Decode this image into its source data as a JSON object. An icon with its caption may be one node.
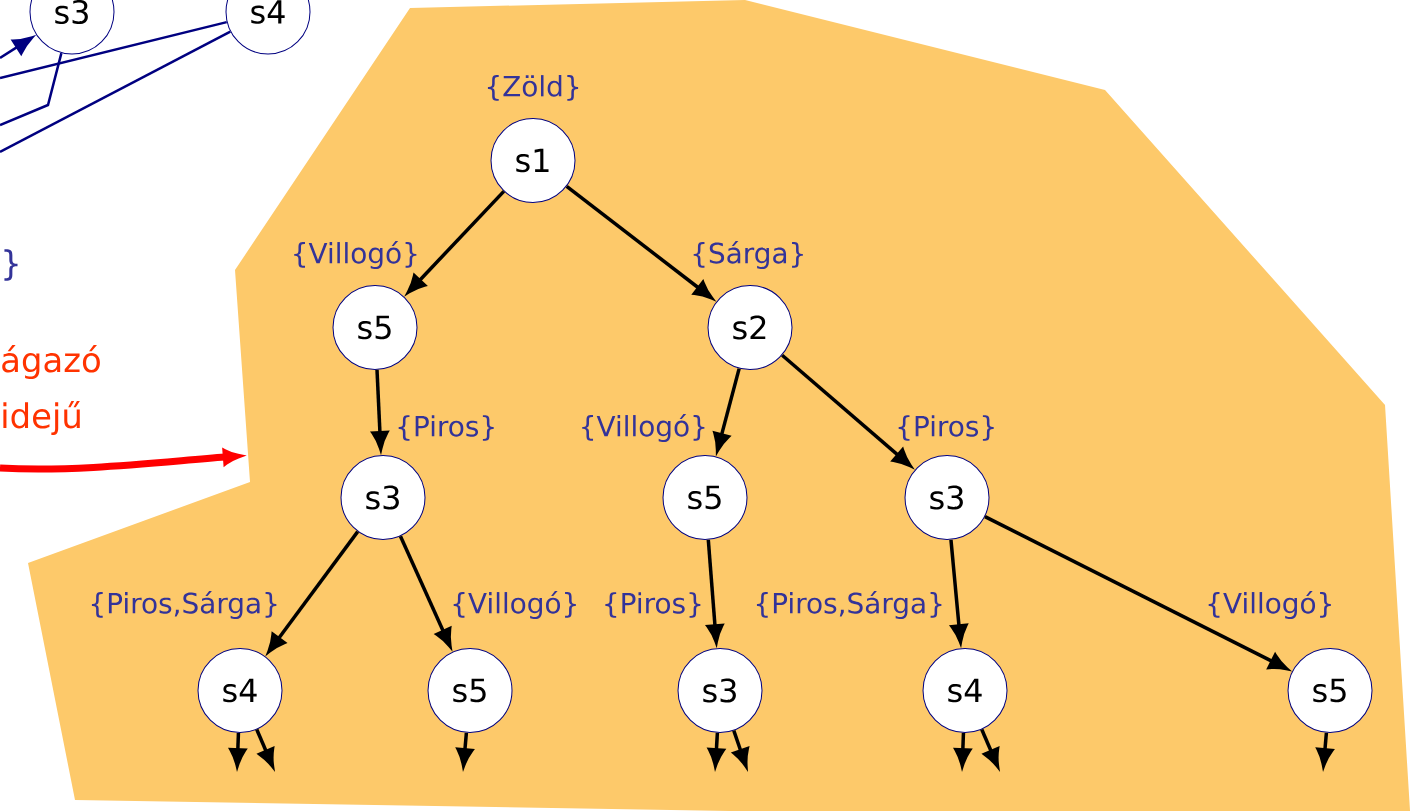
{
  "diagram": {
    "nodes": [
      {
        "text": [
          "s3"
        ]
      },
      {
        "text": [
          "s4"
        ]
      },
      {
        "text": [],
        "shape": "polygon"
      },
      {
        "text": [
          "s1"
        ],
        "beside": [
          "{Zöld}"
        ],
        "in": 2
      },
      {
        "text": [
          "s5"
        ],
        "beside": [
          "{Villogó}"
        ],
        "in": 2
      },
      {
        "text": [
          "s2"
        ],
        "beside": [
          "{Sárga}"
        ],
        "in": 2
      },
      {
        "text": [
          "s3"
        ],
        "beside": [
          "{Piros}"
        ],
        "in": 2
      },
      {
        "text": [
          "s5"
        ],
        "beside": [
          "{Villogó}"
        ],
        "in": 2
      },
      {
        "text": [
          "s3"
        ],
        "beside": [
          "{Piros}"
        ],
        "in": 2
      },
      {
        "text": [
          "s4"
        ],
        "beside": [
          "{Piros,Sárga}"
        ],
        "in": 2
      },
      {
        "text": [
          "s5"
        ],
        "beside": [
          "{Villogó}"
        ],
        "in": 2
      },
      {
        "text": [
          "s3"
        ],
        "beside": [
          "{Piros}"
        ],
        "in": 2
      },
      {
        "text": [
          "s4"
        ],
        "beside": [
          "{Piros,Sárga}"
        ],
        "in": 2
      },
      {
        "text": [
          "s5"
        ],
        "beside": [
          "{Villogó}"
        ],
        "in": 2
      }
    ],
    "edges": [
      {
        "from": null,
        "to": 0,
        "arrow": "to",
        "color": "#000080"
      },
      {
        "from": 0,
        "to": null,
        "arrow": "none",
        "color": "#000080"
      },
      {
        "from": 1,
        "to": null,
        "arrow": "none",
        "color": "#000080"
      },
      {
        "from": 1,
        "to": null,
        "arrow": "none",
        "color": "#000080"
      },
      {
        "from": null,
        "to": 2,
        "arrow": "to",
        "color": "#ff0000",
        "style": "thick"
      },
      {
        "from": 3,
        "to": 4,
        "arrow": "to"
      },
      {
        "from": 3,
        "to": 5,
        "arrow": "to"
      },
      {
        "from": 4,
        "to": 6,
        "arrow": "to"
      },
      {
        "from": 5,
        "to": 7,
        "arrow": "to"
      },
      {
        "from": 5,
        "to": 8,
        "arrow": "to"
      },
      {
        "from": 6,
        "to": 9,
        "arrow": "to"
      },
      {
        "from": 6,
        "to": 10,
        "arrow": "to"
      },
      {
        "from": 7,
        "to": 11,
        "arrow": "to"
      },
      {
        "from": 8,
        "to": 12,
        "arrow": "to"
      },
      {
        "from": 8,
        "to": 13,
        "arrow": "to"
      },
      {
        "from": 9,
        "to": null,
        "arrow": "to"
      },
      {
        "from": 9,
        "to": null,
        "arrow": "to"
      },
      {
        "from": 10,
        "to": null,
        "arrow": "to"
      },
      {
        "from": 11,
        "to": null,
        "arrow": "to"
      },
      {
        "from": 11,
        "to": null,
        "arrow": "to"
      },
      {
        "from": 12,
        "to": null,
        "arrow": "to"
      },
      {
        "from": 12,
        "to": null,
        "arrow": "to"
      },
      {
        "from": 13,
        "to": null,
        "arrow": "to"
      }
    ],
    "labels": [
      "}",
      "ágazó",
      "idejű"
    ]
  }
}
